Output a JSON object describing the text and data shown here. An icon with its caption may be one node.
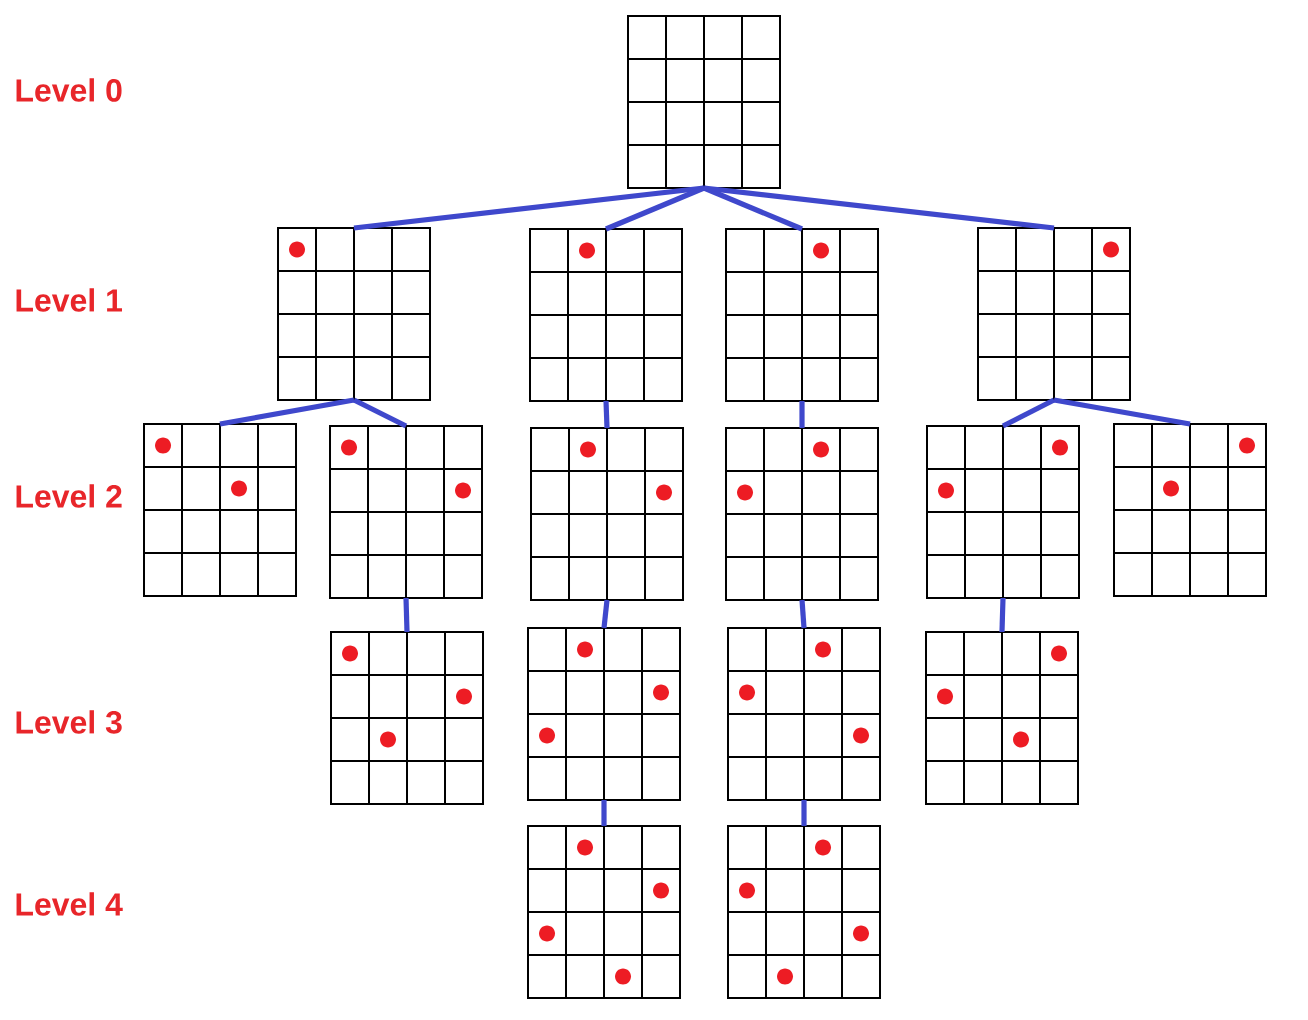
{
  "diagram": {
    "nodes": [
      {
        "text": [],
        "shape": "grid"
      },
      {
        "text": [],
        "shape": "grid"
      },
      {
        "text": [],
        "shape": "grid"
      },
      {
        "text": [],
        "shape": "grid"
      },
      {
        "text": [],
        "shape": "grid"
      },
      {
        "text": [],
        "shape": "grid"
      },
      {
        "text": [],
        "shape": "grid"
      },
      {
        "text": [],
        "shape": "grid"
      },
      {
        "text": [],
        "shape": "grid"
      },
      {
        "text": [],
        "shape": "grid"
      },
      {
        "text": [],
        "shape": "grid"
      },
      {
        "text": [],
        "shape": "grid"
      },
      {
        "text": [],
        "shape": "grid"
      },
      {
        "text": [],
        "shape": "grid"
      },
      {
        "text": [],
        "shape": "grid"
      },
      {
        "text": [],
        "shape": "grid"
      },
      {
        "text": [],
        "shape": "grid"
      }
    ],
    "edges": [
      {
        "from": 0,
        "to": 1,
        "arrow": "none"
      },
      {
        "from": 0,
        "to": 2,
        "arrow": "none"
      },
      {
        "from": 0,
        "to": 3,
        "arrow": "none"
      },
      {
        "from": 0,
        "to": 4,
        "arrow": "none"
      },
      {
        "from": 1,
        "to": 5,
        "arrow": "none"
      },
      {
        "from": 1,
        "to": 6,
        "arrow": "none"
      },
      {
        "from": 2,
        "to": 7,
        "arrow": "none"
      },
      {
        "from": 3,
        "to": 8,
        "arrow": "none"
      },
      {
        "from": 4,
        "to": 9,
        "arrow": "none"
      },
      {
        "from": 4,
        "to": 10,
        "arrow": "none"
      },
      {
        "from": 6,
        "to": 11,
        "arrow": "none"
      },
      {
        "from": 7,
        "to": 12,
        "arrow": "none"
      },
      {
        "from": 8,
        "to": 13,
        "arrow": "none"
      },
      {
        "from": 9,
        "to": 14,
        "arrow": "none"
      },
      {
        "from": 12,
        "to": 15,
        "arrow": "none"
      },
      {
        "from": 13,
        "to": 16,
        "arrow": "none"
      }
    ],
    "labels": [
      "Level 0",
      "Level 1",
      "Level 2",
      "Level 3",
      "Level 4"
    ]
  }
}
